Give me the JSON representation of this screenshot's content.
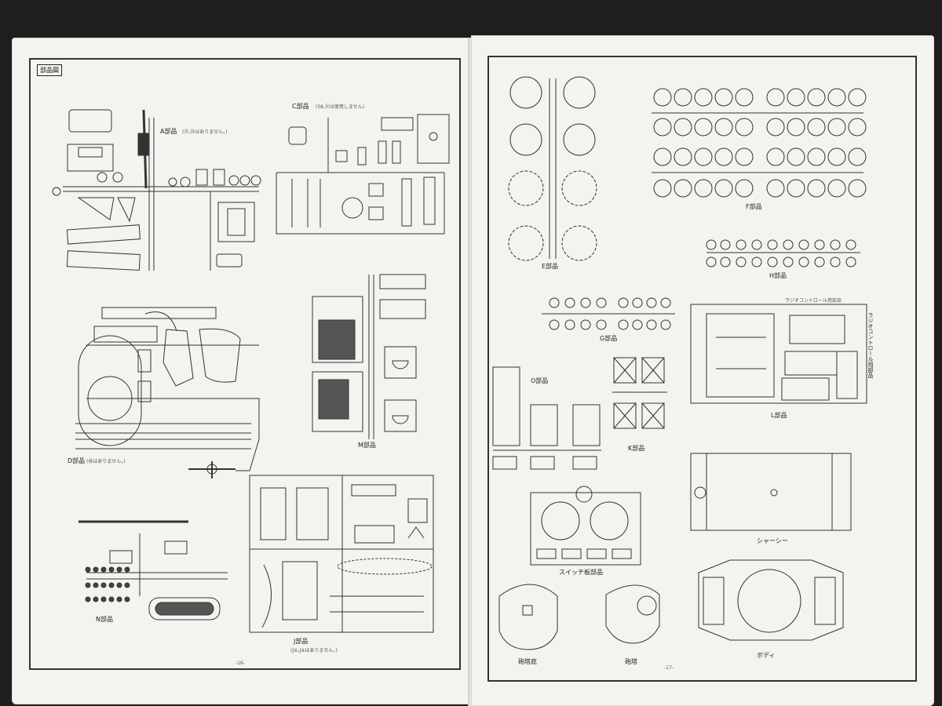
{
  "left_page": {
    "title": "部品図",
    "page_number": "-16-",
    "labels": {
      "a": "A部品",
      "a_note": "(㉑,㉒はありません。)",
      "c": "C部品",
      "c_note": "(58,㉑は使用しません)",
      "d": "D部品",
      "d_note": "(㊽はありません。)",
      "m": "M部品",
      "n": "N部品",
      "j": "J部品",
      "j_note": "(J⑥,J⑧はありません。)"
    }
  },
  "right_page": {
    "page_number": "-17-",
    "labels": {
      "e": "E部品",
      "f": "F部品",
      "h": "H部品",
      "g": "G部品",
      "l": "L部品",
      "o": "O部品",
      "k": "K部品",
      "switch": "スイッチ板部品",
      "chassis": "シャーシー",
      "turret_base": "砲塔底",
      "turret": "砲塔",
      "body": "ボディ",
      "rc_label": "ラジオコントロール用部品",
      "rc_label_vertical": "ラジオコントロール用部品"
    }
  }
}
